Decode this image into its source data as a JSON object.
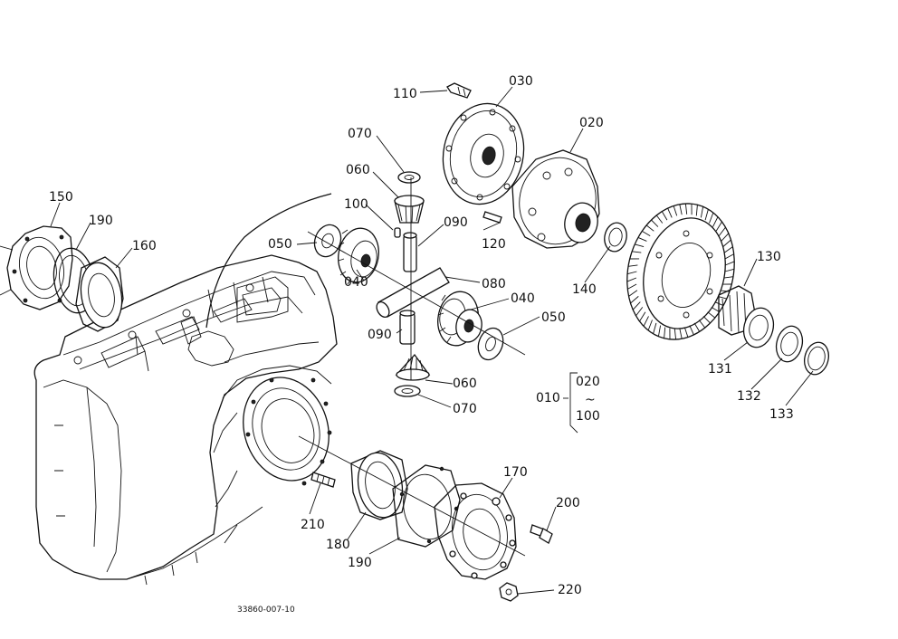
{
  "parts": [
    {
      "id": "p110",
      "label": "110"
    },
    {
      "id": "p030",
      "label": "030"
    },
    {
      "id": "p020",
      "label": "020"
    },
    {
      "id": "p070a",
      "label": "070"
    },
    {
      "id": "p060a",
      "label": "060"
    },
    {
      "id": "p100",
      "label": "100"
    },
    {
      "id": "p090a",
      "label": "090"
    },
    {
      "id": "p120",
      "label": "120"
    },
    {
      "id": "p150",
      "label": "150"
    },
    {
      "id": "p190a",
      "label": "190"
    },
    {
      "id": "p160",
      "label": "160"
    },
    {
      "id": "p050a",
      "label": "050"
    },
    {
      "id": "p080",
      "label": "080"
    },
    {
      "id": "p040a",
      "label": "040"
    },
    {
      "id": "p040b",
      "label": "040"
    },
    {
      "id": "p140",
      "label": "140"
    },
    {
      "id": "p130",
      "label": "130"
    },
    {
      "id": "p090b",
      "label": "090"
    },
    {
      "id": "p050b",
      "label": "050"
    },
    {
      "id": "p060b",
      "label": "060"
    },
    {
      "id": "p070b",
      "label": "070"
    },
    {
      "id": "p131",
      "label": "131"
    },
    {
      "id": "p132",
      "label": "132"
    },
    {
      "id": "p133",
      "label": "133"
    },
    {
      "id": "p170",
      "label": "170"
    },
    {
      "id": "p200",
      "label": "200"
    },
    {
      "id": "p210",
      "label": "210"
    },
    {
      "id": "p180",
      "label": "180"
    },
    {
      "id": "p190b",
      "label": "190"
    },
    {
      "id": "p220",
      "label": "220"
    }
  ],
  "assembly_group": {
    "label": "010",
    "from": "020",
    "tilde": "~",
    "to": "100"
  },
  "drawing_code": "33860-007-10"
}
